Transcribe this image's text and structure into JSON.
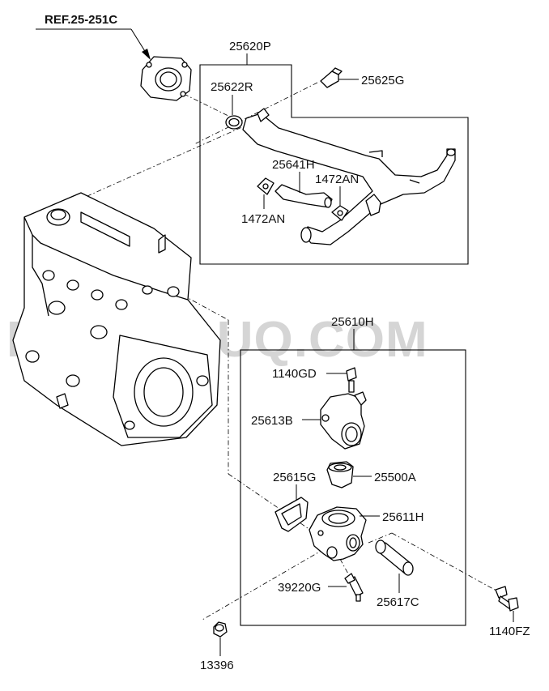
{
  "diagram": {
    "reference": "REF.25-251C",
    "watermark": "PARTSOUQ.COM",
    "groups": {
      "upper": "25620P",
      "lower": "25610H"
    },
    "parts": {
      "p25622R": "25622R",
      "p25625G": "25625G",
      "p25641H": "25641H",
      "p1472AN_right": "1472AN",
      "p1472AN_left": "1472AN",
      "p1140GD": "1140GD",
      "p25613B": "25613B",
      "p25615G": "25615G",
      "p25500A": "25500A",
      "p25611H": "25611H",
      "p39220G": "39220G",
      "p25617C": "25617C",
      "p13396": "13396",
      "p1140FZ": "1140FZ"
    }
  }
}
